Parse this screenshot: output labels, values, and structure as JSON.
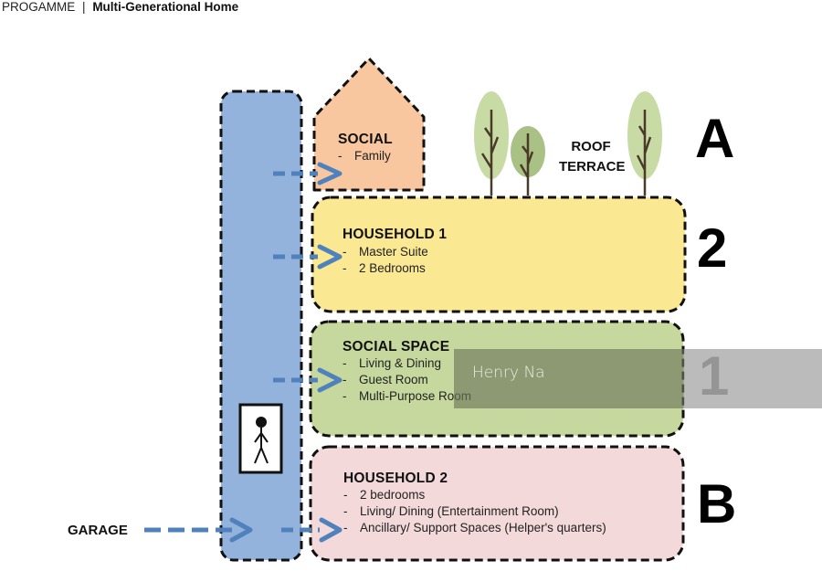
{
  "header": {
    "section": "PROGAMME",
    "separator": "|",
    "title": "Multi-Generational Home"
  },
  "colors": {
    "circulation": "#94b3dc",
    "social_house": "#f8c7a0",
    "household1": "#fae892",
    "social_space": "#c6d89e",
    "household2": "#f3d9da",
    "arrow": "#4f81bd",
    "tree_light": "#c8dba4",
    "tree_dark": "#a9c184",
    "trunk": "#4a3a28"
  },
  "blocks": {
    "social": {
      "title": "SOCIAL",
      "items": [
        "Family"
      ]
    },
    "household1": {
      "title": "HOUSEHOLD 1",
      "items": [
        "Master Suite",
        "2 Bedrooms"
      ]
    },
    "social_space": {
      "title": "SOCIAL SPACE",
      "items": [
        "Living & Dining",
        "Guest Room",
        "Multi-Purpose Room"
      ]
    },
    "household2": {
      "title": "HOUSEHOLD 2",
      "items": [
        "2 bedrooms",
        "Living/ Dining (Entertainment Room)",
        "Ancillary/ Support Spaces (Helper's quarters)"
      ]
    }
  },
  "roof_terrace": {
    "line1": "ROOF",
    "line2": "TERRACE"
  },
  "level_labels": {
    "roof": "A",
    "level2": "2",
    "level1": "1",
    "basement": "B"
  },
  "garage_label": "GARAGE",
  "bullet": "-",
  "icons": {
    "lift": "person-in-elevator-icon",
    "arrow": "dashed-arrow-right-icon",
    "tree": "tree-icon"
  },
  "watermark": "Henry Na"
}
